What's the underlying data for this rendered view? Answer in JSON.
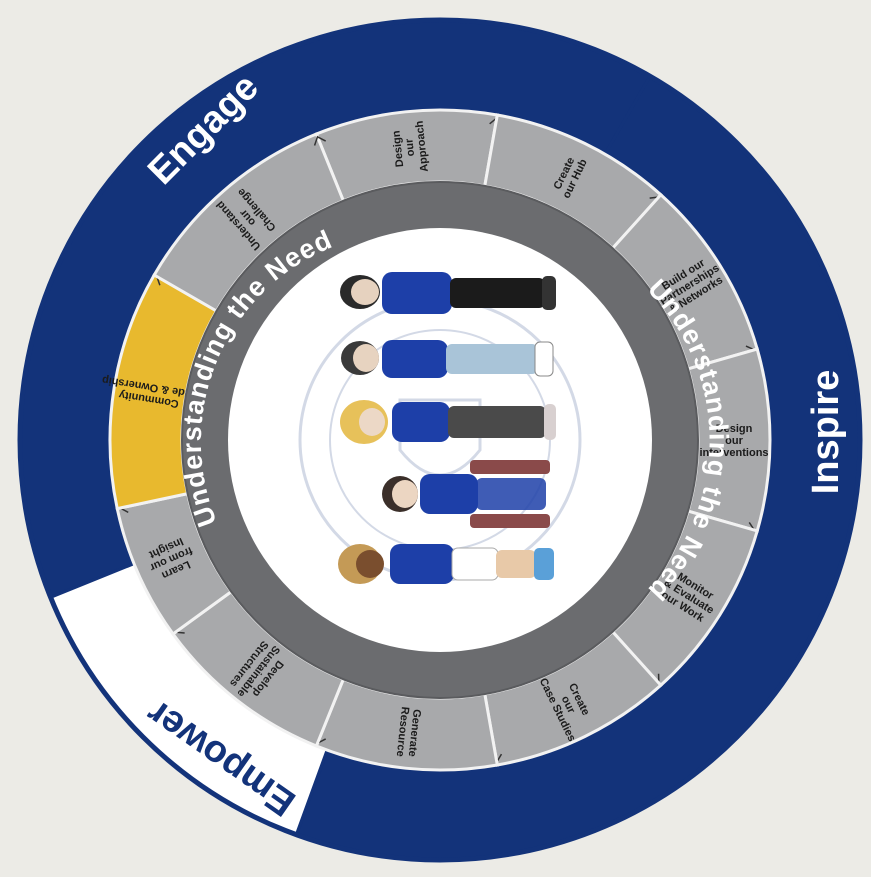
{
  "phases": [
    {
      "label": "Engage",
      "color": "#13337a",
      "text_color": "#ffffff"
    },
    {
      "label": "Inspire",
      "color": "#13337a",
      "text_color": "#ffffff"
    },
    {
      "label": "Empower",
      "color": "#ffffff",
      "text_color": "#13337a"
    }
  ],
  "inner_ring": {
    "label_left": "Understanding the Need",
    "label_right": "Understanding the Need"
  },
  "segments": [
    {
      "label": "Design our Approach",
      "lines": [
        "Design",
        "our",
        "Approach"
      ]
    },
    {
      "label": "Create our Hub",
      "lines": [
        "Create",
        "our Hub"
      ]
    },
    {
      "label": "Build our Partnerships & Networks",
      "lines": [
        "Build our",
        "Partnerships",
        "& Networks"
      ]
    },
    {
      "label": "Design our interventions",
      "lines": [
        "Design",
        "our",
        "interventions"
      ]
    },
    {
      "label": "Monitor & Evaluate our Work",
      "lines": [
        "Monitor",
        "& Evaluate",
        "our Work"
      ]
    },
    {
      "label": "Create our Case Studies",
      "lines": [
        "Create",
        "our",
        "Case Studies"
      ]
    },
    {
      "label": "Generate Resource",
      "lines": [
        "Generate",
        "Resource"
      ]
    },
    {
      "label": "Develop Sustainable Structures",
      "lines": [
        "Develop",
        "Sustainable",
        "Structures"
      ]
    },
    {
      "label": "Learn from our Insight",
      "lines": [
        "Learn",
        "from our",
        "Insight"
      ]
    },
    {
      "label": "Community Pride & Ownership",
      "lines": [
        "Community",
        "Pride & Ownership"
      ],
      "highlight": true
    },
    {
      "label": "Understand our Challenge",
      "lines": [
        "Understand",
        "our",
        "Challenge"
      ]
    }
  ],
  "colors": {
    "segment_fill": "#a8a9ab",
    "segment_highlight": "#e8b92e",
    "inner_ring": "#6b6c6f",
    "center": "#ffffff",
    "navy": "#13337a"
  }
}
